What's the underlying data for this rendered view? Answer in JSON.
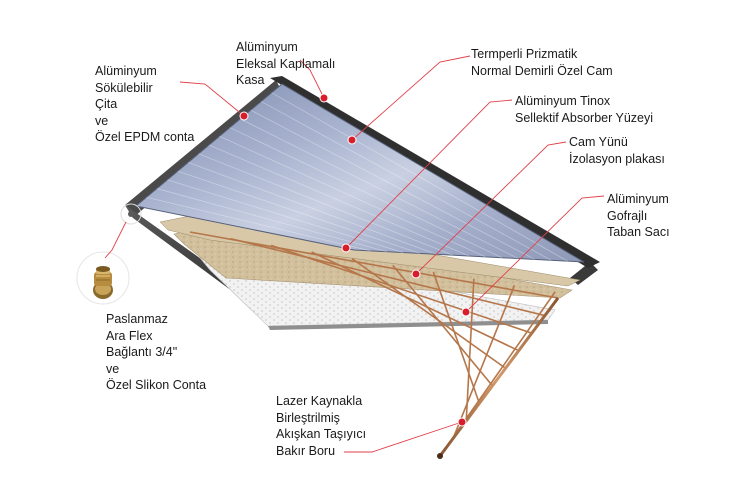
{
  "labels": {
    "frame": "Alüminyum\nEleksal Kaplamalı\nKasa",
    "glass": "Termperli Prizmatik\nNormal Demirli Özel Cam",
    "absorber": "Alüminyum Tinox\nSellektif Absorber Yüzeyi",
    "insulation": "Cam Yünü\nİzolasyon plakası",
    "back_sheet": "Alüminyum\nGofrajlı\nTaban Sacı",
    "strip": "Alüminyum\nSökülebilir\nÇita\nve\nÖzel EPDM conta",
    "fitting": "Paslanmaz\nAra Flex\nBağlantı 3/4\"\nve\nÖzel Slikon Conta",
    "pipe": "Lazer Kaynakla\nBirleştrilmiş\nAkışkan Taşıyıcı\nBakır Boru"
  },
  "colors": {
    "leader": "#e0404a",
    "marker": "#d81e2a",
    "glass": "#9aa8c8",
    "frame": "#3c3c3c",
    "absorber": "#c8b89a",
    "insulation": "#ededed",
    "copper": "#b5764a"
  },
  "icons": {
    "fitting": "brass-flex-connector-icon",
    "pipe": "copper-pipe-icon"
  }
}
